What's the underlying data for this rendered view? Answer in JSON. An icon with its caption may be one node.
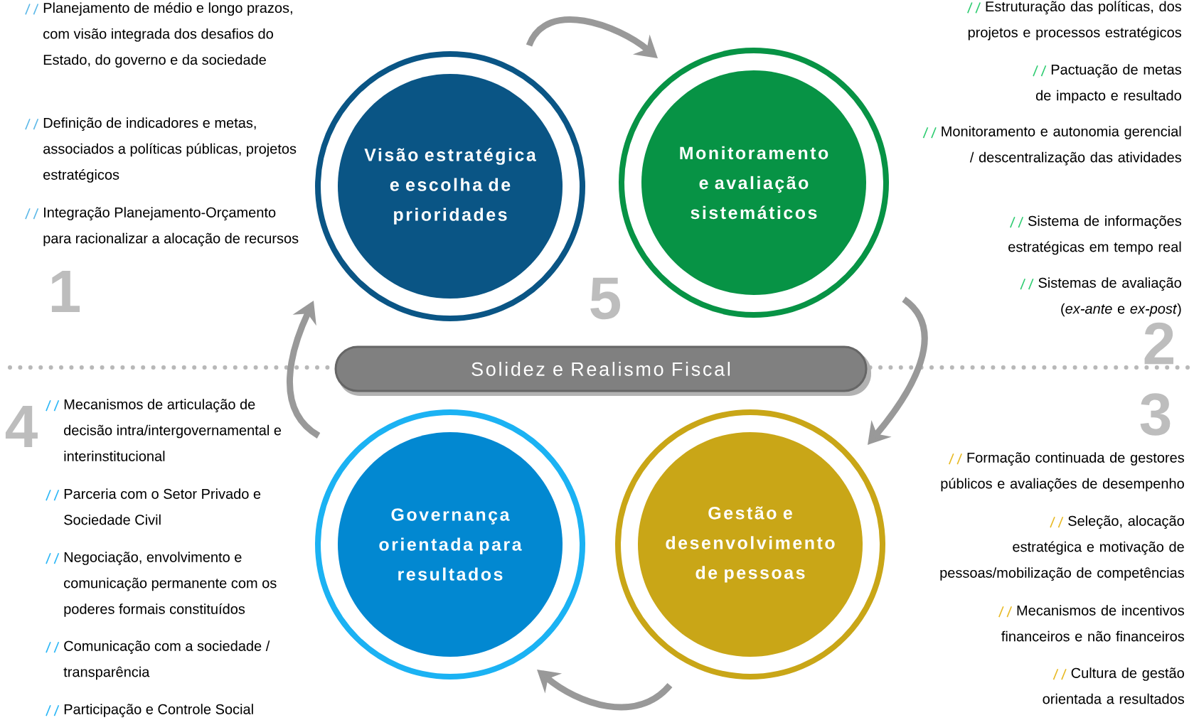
{
  "diagram": {
    "nodes": [
      {
        "text": [
          "Visão estratégica e escolha de prioridades"
        ]
      },
      {
        "text": [
          "Monitoramento e avaliação sistemáticos"
        ]
      },
      {
        "text": [
          "Gestão e desenvolvimento de pessoas"
        ]
      },
      {
        "text": [
          "Governança orientada para resultados"
        ]
      },
      {
        "text": [
          "Solidez e Realismo Fiscal"
        ]
      }
    ],
    "edges": [
      {
        "from": 0,
        "to": 1,
        "arrow": "to"
      },
      {
        "from": 1,
        "to": 2,
        "arrow": "to"
      },
      {
        "from": 2,
        "to": 3,
        "arrow": "to"
      },
      {
        "from": 3,
        "to": 0,
        "arrow": "to"
      }
    ],
    "labels": [
      "Planejamento de médio e longo prazos, com visão integrada dos desafios do Estado, do governo e da sociedade",
      "Definição de indicadores e metas, associados a políticas públicas, projetos estratégicos",
      "Integração Planejamento-Orçamento para racionalizar a alocação de recursos",
      "Estruturação das políticas, dos projetos e processos estratégicos",
      "Pactuação de metas de impacto e resultado",
      "Monitoramento e autonomia gerencial / descentralização das atividades",
      "Sistema de informações estratégicas em tempo real",
      "Sistemas de avaliação (*ex-ante* e *ex-post*)",
      "1",
      "5",
      "2",
      "4",
      "3",
      "Mecanismos de articulação de decisão intra/intergovernamental e interinstitucional",
      "Parceria com o Setor Privado e Sociedade Civil",
      "Negociação, envolvimento e comunicação permanente com os poderes formais constituídos",
      "Comunicação com a sociedade / transparência",
      "Participação e Controle Social",
      "Formação continuada de gestores públicos e avaliações de desempenho",
      "Seleção, alocação estratégica e motivação de pessoas/mobilização de competências",
      "Mecanismos de incentivos financeiros e não financeiros",
      "Cultura de gestão orientada a resultados"
    ]
  }
}
